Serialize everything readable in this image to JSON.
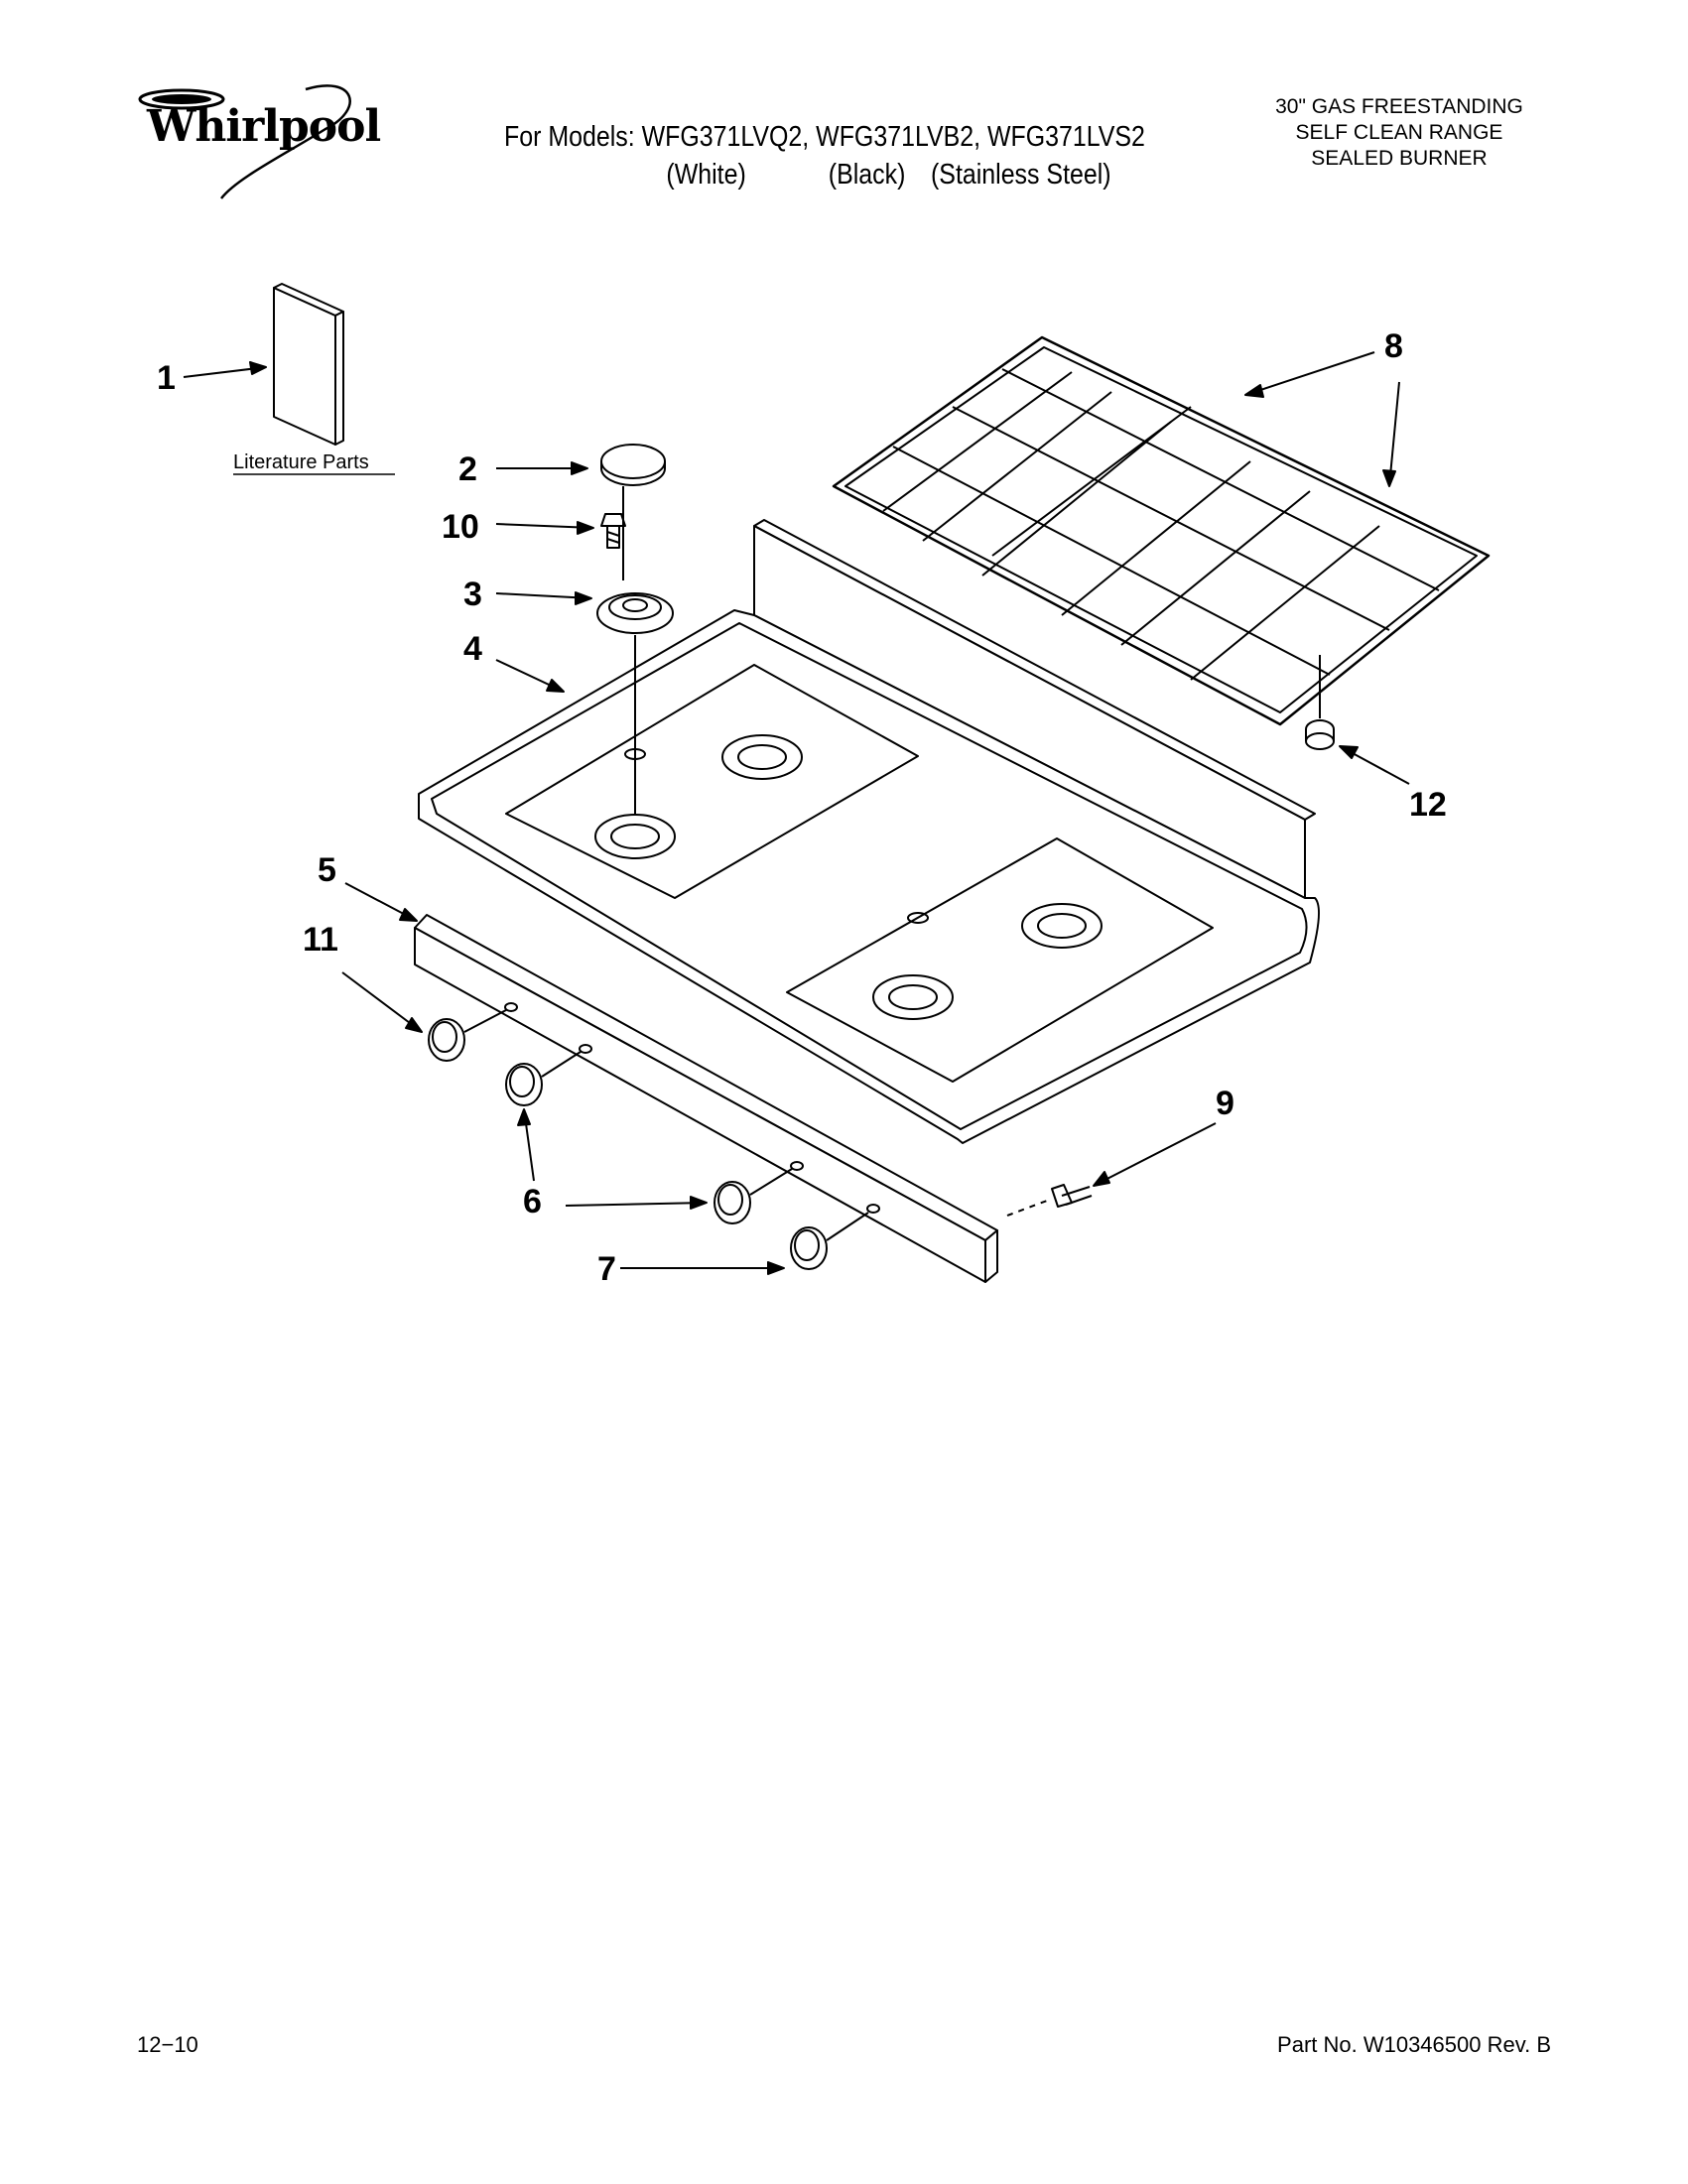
{
  "header": {
    "brand": "Whirlpool",
    "models_line1": "For Models: WFG371LVQ2, WFG371LVB2, WFG371LVS2",
    "color_white": "(White)",
    "color_black": "(Black)",
    "color_stainless": "(Stainless Steel)",
    "description": [
      "30\" GAS FREESTANDING",
      "SELF CLEAN RANGE",
      "SEALED BURNER"
    ]
  },
  "diagram": {
    "literature_label": "Literature Parts",
    "callouts": [
      "1",
      "2",
      "10",
      "3",
      "4",
      "8",
      "12",
      "5",
      "11",
      "6",
      "7",
      "9"
    ]
  },
  "footer": {
    "date": "12−10",
    "part_no": "Part No. W10346500 Rev. B"
  },
  "colors": {
    "ink": "#000000",
    "paper": "#ffffff"
  }
}
